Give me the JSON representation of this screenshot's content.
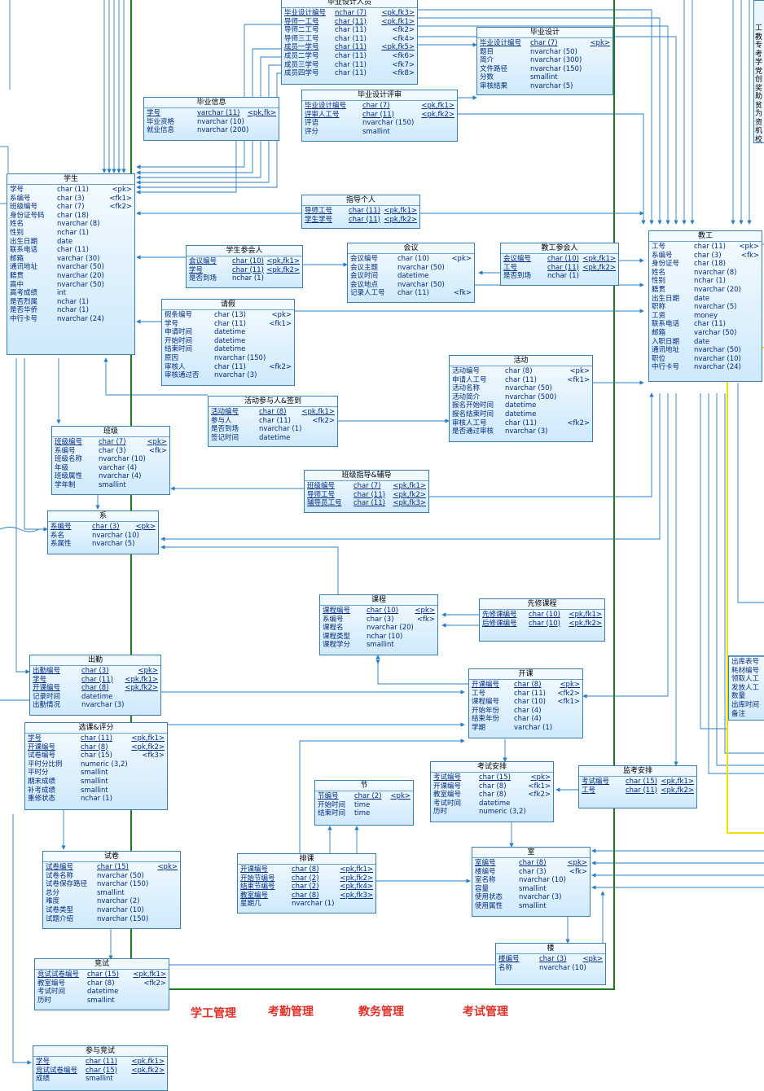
{
  "colors": {
    "frame_green": "#1e7a1e",
    "frame_yellow": "#f0e000",
    "label_red": "#e0302a",
    "link_blue": "#2b7fc4"
  },
  "labels": [
    "学工管理",
    "考勤管理",
    "教务管理",
    "考试管理"
  ],
  "entities": {
    "bysjry": {
      "title": "毕业设计人员",
      "rows": [
        [
          "毕业设计编号",
          "nchar (7)",
          "<pk,fk3>",
          1
        ],
        [
          "导师一工号",
          "char (11)",
          "<pk,fk1>",
          1
        ],
        [
          "导师二工号",
          "char (11)",
          "<fk2>",
          0
        ],
        [
          "导师三工号",
          "char (11)",
          "<fk4>",
          0
        ],
        [
          "成员一学号",
          "char (11)",
          "<pk,fk5>",
          1
        ],
        [
          "成员二学号",
          "char (11)",
          "<fk6>",
          0
        ],
        [
          "成员三学号",
          "char (11)",
          "<fk7>",
          0
        ],
        [
          "成员四学号",
          "char (11)",
          "<fk8>",
          0
        ]
      ]
    },
    "bysj": {
      "title": "毕业设计",
      "rows": [
        [
          "毕业设计编号",
          "char (7)",
          "<pk>",
          1
        ],
        [
          "题目",
          "nvarchar (50)",
          "",
          0
        ],
        [
          "简介",
          "nvarchar (300)",
          "",
          0
        ],
        [
          "文件路径",
          "nvarchar (150)",
          "",
          0
        ],
        [
          "分数",
          "smallint",
          "",
          0
        ],
        [
          "审核结果",
          "nvarchar (5)",
          "",
          0
        ]
      ]
    },
    "byxx": {
      "title": "毕业信息",
      "rows": [
        [
          "学号",
          "varchar (11)",
          "<pk,fk>",
          1
        ],
        [
          "毕业资格",
          "nvarchar (10)",
          "",
          0
        ],
        [
          "就业信息",
          "nvarchar (200)",
          "",
          0
        ]
      ]
    },
    "bysjps": {
      "title": "毕业设计评审",
      "rows": [
        [
          "毕业设计编号",
          "char (7)",
          "<pk,fk1>",
          1
        ],
        [
          "评审人工号",
          "char (11)",
          "<pk,fk2>",
          1
        ],
        [
          "评语",
          "nvarchar (150)",
          "",
          0
        ],
        [
          "评分",
          "smallint",
          "",
          0
        ]
      ]
    },
    "xs": {
      "title": "学生",
      "rows": [
        [
          "学号",
          "char (11)",
          "<pk>",
          0
        ],
        [
          "系编号",
          "char (3)",
          "<fk1>",
          0
        ],
        [
          "班级编号",
          "char (7)",
          "<fk2>",
          0
        ],
        [
          "身份证号码",
          "char (18)",
          "",
          0
        ],
        [
          "姓名",
          "nvarchar (8)",
          "",
          0
        ],
        [
          "性别",
          "nchar (1)",
          "",
          0
        ],
        [
          "出生日期",
          "date",
          "",
          0
        ],
        [
          "联系电话",
          "char (11)",
          "",
          0
        ],
        [
          "邮箱",
          "varchar (30)",
          "",
          0
        ],
        [
          "通讯地址",
          "nvarchar (50)",
          "",
          0
        ],
        [
          "籍贯",
          "nvarchar (20)",
          "",
          0
        ],
        [
          "高中",
          "nvarchar (50)",
          "",
          0
        ],
        [
          "高考成绩",
          "int",
          "",
          0
        ],
        [
          "是否烈属",
          "nchar (1)",
          "",
          0
        ],
        [
          "是否华侨",
          "nchar (1)",
          "",
          0
        ],
        [
          "中行卡号",
          "nvarchar (24)",
          "",
          0
        ]
      ]
    },
    "zdgr": {
      "title": "指导个人",
      "rows": [
        [
          "导师工号",
          "char (11)",
          "<pk,fk1>",
          1
        ],
        [
          "学生学号",
          "char (11)",
          "<pk,fk2>",
          1
        ]
      ]
    },
    "jg": {
      "title": "教工",
      "rows": [
        [
          "工号",
          "char (11)",
          "<pk>",
          0
        ],
        [
          "系编号",
          "char (3)",
          "<fk>",
          0
        ],
        [
          "身份证号",
          "char (18)",
          "",
          0
        ],
        [
          "姓名",
          "nvarchar (8)",
          "",
          0
        ],
        [
          "性别",
          "nchar (1)",
          "",
          0
        ],
        [
          "籍贯",
          "nvarchar (20)",
          "",
          0
        ],
        [
          "出生日期",
          "date",
          "",
          0
        ],
        [
          "职称",
          "nvarchar (5)",
          "",
          0
        ],
        [
          "工资",
          "money",
          "",
          0
        ],
        [
          "联系电话",
          "char (11)",
          "",
          0
        ],
        [
          "邮箱",
          "varchar (50)",
          "",
          0
        ],
        [
          "入职日期",
          "date",
          "",
          0
        ],
        [
          "通讯地址",
          "nvarchar (50)",
          "",
          0
        ],
        [
          "职位",
          "nvarchar (10)",
          "",
          0
        ],
        [
          "中行卡号",
          "nvarchar (24)",
          "",
          0
        ]
      ]
    },
    "xscyr": {
      "title": "学生参会人",
      "rows": [
        [
          "会议编号",
          "char (10)",
          "<pk,fk1>",
          1
        ],
        [
          "学号",
          "char (11)",
          "<pk,fk2>",
          1
        ],
        [
          "是否到场",
          "nchar (1)",
          "",
          0
        ]
      ]
    },
    "hy": {
      "title": "会议",
      "rows": [
        [
          "会议编号",
          "char (10)",
          "<pk>",
          0
        ],
        [
          "会议主题",
          "nvarchar (50)",
          "",
          0
        ],
        [
          "会议时间",
          "datetime",
          "",
          0
        ],
        [
          "会议地点",
          "nvarchar (50)",
          "",
          0
        ],
        [
          "记录人工号",
          "char (11)",
          "<fk>",
          0
        ]
      ]
    },
    "jgcyr": {
      "title": "教工参会人",
      "rows": [
        [
          "会议编号",
          "char (10)",
          "<pk,fk1>",
          1
        ],
        [
          "工号",
          "char (11)",
          "<pk,fk2>",
          1
        ],
        [
          "是否到场",
          "nchar (1)",
          "",
          0
        ]
      ]
    },
    "qj": {
      "title": "请假",
      "rows": [
        [
          "假条编号",
          "char (13)",
          "<pk>",
          0
        ],
        [
          "学号",
          "char (11)",
          "<fk1>",
          0
        ],
        [
          "申请时间",
          "datetime",
          "",
          0
        ],
        [
          "开始时间",
          "datetime",
          "",
          0
        ],
        [
          "结束时间",
          "datetime",
          "",
          0
        ],
        [
          "原因",
          "nvarchar (150)",
          "",
          0
        ],
        [
          "审核人",
          "char (11)",
          "<fk2>",
          0
        ],
        [
          "审核通过否",
          "nvarchar (3)",
          "",
          0
        ]
      ]
    },
    "hd": {
      "title": "活动",
      "rows": [
        [
          "活动编号",
          "char (8)",
          "<pk>",
          0
        ],
        [
          "申请人工号",
          "char (11)",
          "<fk1>",
          0
        ],
        [
          "活动名称",
          "nvarchar (50)",
          "",
          0
        ],
        [
          "活动简介",
          "nvarchar (500)",
          "",
          0
        ],
        [
          "报名开始时间",
          "datetime",
          "",
          0
        ],
        [
          "报名结束时间",
          "datetime",
          "",
          0
        ],
        [
          "审核人工号",
          "char (11)",
          "<fk2>",
          0
        ],
        [
          "是否通过审核",
          "nvarchar (3)",
          "",
          0
        ]
      ]
    },
    "hdcy": {
      "title": "活动参与人&签到",
      "rows": [
        [
          "活动编号",
          "char (8)",
          "<pk,fk1>",
          1
        ],
        [
          "参与人",
          "char (11)",
          "<fk2>",
          0
        ],
        [
          "是否到场",
          "nvarchar (1)",
          "",
          0
        ],
        [
          "签记时间",
          "datetime",
          "",
          0
        ]
      ]
    },
    "bj": {
      "title": "班级",
      "rows": [
        [
          "班级编号",
          "char (7)",
          "<pk>",
          1
        ],
        [
          "系编号",
          "char (3)",
          "<fk>",
          0
        ],
        [
          "班级名称",
          "nvarchar (10)",
          "",
          0
        ],
        [
          "年级",
          "varchar (4)",
          "",
          0
        ],
        [
          "班级属性",
          "nvarchar (4)",
          "",
          0
        ],
        [
          "学年制",
          "smallint",
          "",
          0
        ]
      ]
    },
    "bjzd": {
      "title": "班级指导&辅导",
      "rows": [
        [
          "班级编号",
          "char (7)",
          "<pk,fk1>",
          1
        ],
        [
          "导师工号",
          "char (11)",
          "<pk,fk2>",
          1
        ],
        [
          "辅导员工号",
          "char (11)",
          "<pk,fk3>",
          1
        ]
      ]
    },
    "xi": {
      "title": "系",
      "rows": [
        [
          "系编号",
          "char (3)",
          "<pk>",
          1
        ],
        [
          "系名",
          "nvarchar (10)",
          "",
          0
        ],
        [
          "系属性",
          "nvarchar (5)",
          "",
          0
        ]
      ]
    },
    "kc": {
      "title": "课程",
      "rows": [
        [
          "课程编号",
          "char (10)",
          "<pk>",
          1
        ],
        [
          "系编号",
          "char (3)",
          "<fk>",
          0
        ],
        [
          "课程名",
          "nvarchar (20)",
          "",
          0
        ],
        [
          "课程类型",
          "nchar (10)",
          "",
          0
        ],
        [
          "课程学分",
          "smallint",
          "",
          0
        ]
      ]
    },
    "xxkc": {
      "title": "先修课程",
      "rows": [
        [
          "先修课编号",
          "char (10)",
          "<pk,fk1>",
          1
        ],
        [
          "后修课编号",
          "char (10)",
          "<pk,fk2>",
          1
        ]
      ]
    },
    "cq": {
      "title": "出勤",
      "rows": [
        [
          "出勤编号",
          "char (3)",
          "<pk>",
          1
        ],
        [
          "学号",
          "char (11)",
          "<pk,fk1>",
          1
        ],
        [
          "开课编号",
          "char (8)",
          "<pk,fk2>",
          1
        ],
        [
          "记录时间",
          "datetime",
          "",
          0
        ],
        [
          "出勤情况",
          "nvarchar (3)",
          "",
          0
        ]
      ]
    },
    "kk": {
      "title": "开课",
      "rows": [
        [
          "开课编号",
          "char (8)",
          "<pk>",
          1
        ],
        [
          "工号",
          "char (11)",
          "<fk2>",
          0
        ],
        [
          "课程编号",
          "char (10)",
          "<fk1>",
          0
        ],
        [
          "开始年份",
          "char (4)",
          "",
          0
        ],
        [
          "结束年份",
          "char (4)",
          "",
          0
        ],
        [
          "学期",
          "varchar (1)",
          "",
          0
        ]
      ]
    },
    "xkpf": {
      "title": "选课&评分",
      "rows": [
        [
          "学号",
          "char (11)",
          "<pk,fk1>",
          1
        ],
        [
          "开课编号",
          "char (8)",
          "<pk,fk2>",
          1
        ],
        [
          "试卷编号",
          "char (15)",
          "<fk3>",
          0
        ],
        [
          "平时分比例",
          "numeric (3,2)",
          "",
          0
        ],
        [
          "平时分",
          "smallint",
          "",
          0
        ],
        [
          "期末成绩",
          "smallint",
          "",
          0
        ],
        [
          "补考成绩",
          "smallint",
          "",
          0
        ],
        [
          "重修状态",
          "nchar (1)",
          "",
          0
        ]
      ]
    },
    "jie": {
      "title": "节",
      "rows": [
        [
          "节编号",
          "char (2)",
          "<pk>",
          1
        ],
        [
          "开始时间",
          "time",
          "",
          0
        ],
        [
          "结束时间",
          "time",
          "",
          0
        ]
      ]
    },
    "ksap": {
      "title": "考试安排",
      "rows": [
        [
          "考试编号",
          "char (15)",
          "<pk>",
          1
        ],
        [
          "开课编号",
          "char (8)",
          "<fk1>",
          0
        ],
        [
          "教室编号",
          "char (8)",
          "<fk2>",
          0
        ],
        [
          "考试时间",
          "datetime",
          "",
          0
        ],
        [
          "历时",
          "numeric (3,2)",
          "",
          0
        ]
      ]
    },
    "jkap": {
      "title": "监考安排",
      "rows": [
        [
          "考试编号",
          "char (15)",
          "<pk,fk1>",
          1
        ],
        [
          "工号",
          "char (11)",
          "<pk,fk2>",
          1
        ]
      ]
    },
    "sj": {
      "title": "试卷",
      "rows": [
        [
          "试卷编号",
          "char (15)",
          "<pk>",
          1
        ],
        [
          "试卷名称",
          "nvarchar (50)",
          "",
          0
        ],
        [
          "试卷保存路径",
          "nvarchar (150)",
          "",
          0
        ],
        [
          "总分",
          "smallint",
          "",
          0
        ],
        [
          "难度",
          "nvarchar (2)",
          "",
          0
        ],
        [
          "试卷类型",
          "nvarchar (10)",
          "",
          0
        ],
        [
          "试题介绍",
          "nvarchar (150)",
          "",
          0
        ]
      ]
    },
    "pk": {
      "title": "排课",
      "rows": [
        [
          "开课编号",
          "char (8)",
          "<pk,fk1>",
          1
        ],
        [
          "开始节编号",
          "char (2)",
          "<pk,fk2>",
          1
        ],
        [
          "结束节编号",
          "char (2)",
          "<pk,fk4>",
          1
        ],
        [
          "教室编号",
          "char (8)",
          "<pk,fk3>",
          1
        ],
        [
          "星期几",
          "nvarchar (1)",
          "",
          0
        ]
      ]
    },
    "shi": {
      "title": "室",
      "rows": [
        [
          "室编号",
          "char (8)",
          "<pk>",
          1
        ],
        [
          "楼编号",
          "char (3)",
          "<fk>",
          0
        ],
        [
          "室名称",
          "nvarchar (10)",
          "",
          0
        ],
        [
          "容量",
          "smallint",
          "",
          0
        ],
        [
          "使用状态",
          "nvarchar (3)",
          "",
          0
        ],
        [
          "使用属性",
          "smallint",
          "",
          0
        ]
      ]
    },
    "lou": {
      "title": "楼",
      "rows": [
        [
          "楼编号",
          "char (3)",
          "<pk>",
          1
        ],
        [
          "名称",
          "nvarchar (10)",
          "",
          0
        ]
      ]
    },
    "js": {
      "title": "竞试",
      "rows": [
        [
          "竞试试卷编号",
          "char (15)",
          "<pk,fk1>",
          1
        ],
        [
          "教室编号",
          "char (8)",
          "<fk2>",
          0
        ],
        [
          "考试时间",
          "datetime",
          "",
          0
        ],
        [
          "历时",
          "smallint",
          "",
          0
        ]
      ]
    },
    "cyjs": {
      "title": "参与竞试",
      "rows": [
        [
          "学号",
          "char (11)",
          "<pk,fk1>",
          1
        ],
        [
          "竞试试卷编号",
          "char (15)",
          "<pk,fk2>",
          1
        ],
        [
          "成绩",
          "smallint",
          "",
          0
        ]
      ]
    },
    "chuku": {
      "title": "",
      "rows": [
        [
          "出库表号",
          "",
          "",
          0
        ],
        [
          "耗材编号",
          "",
          "",
          0
        ],
        [
          "领取人工",
          "",
          "",
          0
        ],
        [
          "发放人工",
          "",
          "",
          0
        ],
        [
          "数量",
          "",
          "",
          0
        ],
        [
          "出库时间",
          "",
          "",
          0
        ],
        [
          "备注",
          "",
          "",
          0
        ]
      ]
    }
  },
  "side_text": [
    "工",
    "教",
    "专",
    "考",
    "学",
    "党",
    "创",
    "奖",
    "助",
    "贫",
    "为",
    "资",
    "机",
    "校"
  ]
}
